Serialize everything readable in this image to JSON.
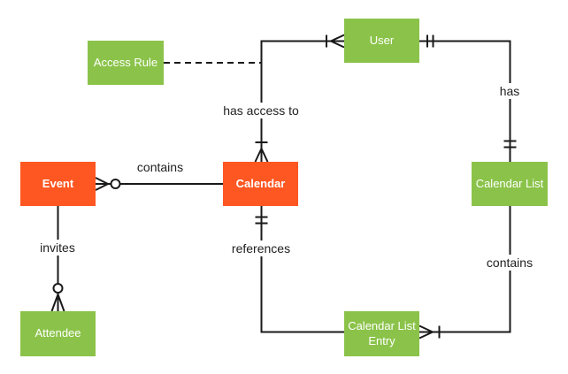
{
  "diagram": {
    "type": "entity-relationship",
    "colors": {
      "entity_green": "#8BC34A",
      "entity_orange": "#FF5722",
      "entity_text": "#FFFFFF",
      "line": "#1A1A1A",
      "label_text": "#212121",
      "background": "#FFFFFF"
    },
    "entities": {
      "access_rule": {
        "label": "Access Rule",
        "color": "green"
      },
      "user": {
        "label": "User",
        "color": "green"
      },
      "event": {
        "label": "Event",
        "color": "orange"
      },
      "calendar": {
        "label": "Calendar",
        "color": "orange"
      },
      "calendar_list": {
        "label": "Calendar List",
        "color": "green"
      },
      "attendee": {
        "label": "Attendee",
        "color": "green"
      },
      "calendar_list_entry": {
        "label": "Calendar List Entry",
        "color": "green"
      }
    },
    "relationships": {
      "event_calendar": {
        "label": "contains",
        "from": "Calendar",
        "to": "Event",
        "notation": "one — zero-or-many crow's foot with circle at Event"
      },
      "calendar_user": {
        "label": "has access to",
        "from": "Calendar",
        "to": "User",
        "notation": "one-or-many crow's foot at both Calendar and User"
      },
      "access_rule_link": {
        "label": "",
        "from": "Access Rule",
        "to": "has-access-to line",
        "notation": "dashed association"
      },
      "user_calendar_list": {
        "label": "has",
        "from": "User",
        "to": "Calendar List",
        "notation": "exactly-one double bars at both ends"
      },
      "calendar_list_contains": {
        "label": "contains",
        "from": "Calendar List",
        "to": "Calendar List Entry",
        "notation": "one-or-many crow's foot at Calendar List Entry"
      },
      "calendar_references": {
        "label": "references",
        "from": "Calendar",
        "to": "Calendar List Entry",
        "notation": "exactly-one double bars below Calendar"
      },
      "event_attendee": {
        "label": "invites",
        "from": "Event",
        "to": "Attendee",
        "notation": "zero-or-many circle and crow's foot at Attendee"
      }
    }
  }
}
